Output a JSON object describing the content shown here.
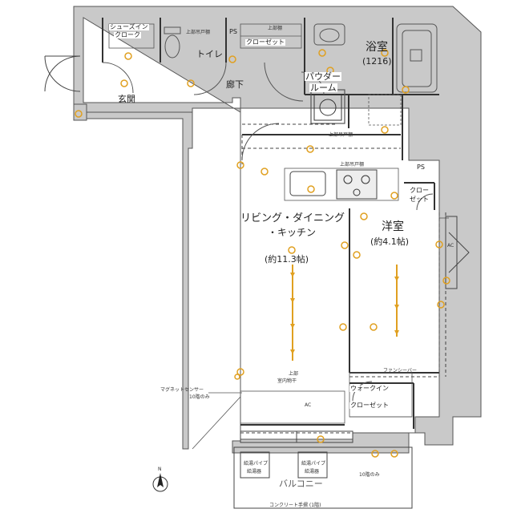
{
  "rooms": {
    "bathroom": "浴室",
    "bath_size": "(1216)",
    "powder_1": "パウダー",
    "powder_2": "ルーム",
    "toilet": "トイレ",
    "corridor": "廊下",
    "entrance": "玄関",
    "shoes_closet_1": "シューズイン",
    "shoes_closet_2": "クローク",
    "closet": "クローゼット",
    "ldk_1": "リビング・ダイニング",
    "ldk_2": "・キッチン",
    "ldk_size": "(約11.3帖)",
    "western": "洋室",
    "western_size": "(約4.1帖)",
    "small_closet_1": "クロー",
    "small_closet_2": "ゼット",
    "walkin_1": "ウォークイン",
    "walkin_2": "クローゼット",
    "balcony": "バルコニー"
  },
  "labels": {
    "ps_top": "PS",
    "ps_right": "PS",
    "upper_shelf_top": "上部棚",
    "upper_shelf_1": "上部吊戸棚",
    "upper_shelf_2": "上部吊戸棚",
    "upper_shelf_3": "上部吊戸棚",
    "fan": "ファンシーバー",
    "magnet_1": "マグネットセンサー",
    "magnet_2": "10階のみ",
    "intercom_1": "上部",
    "intercom_2": "室内物干",
    "ac_left": "AC",
    "ac_right": "AC",
    "outdoor_unit_1": "給湯パイプ",
    "outdoor_unit_2": "給湯器",
    "outdoor_unit_3": "給湯パイプ",
    "outdoor_unit_4": "給湯器",
    "tenth_only": "10階のみ",
    "handrail": "コンクリート手摺 (1階)",
    "north": "N"
  }
}
